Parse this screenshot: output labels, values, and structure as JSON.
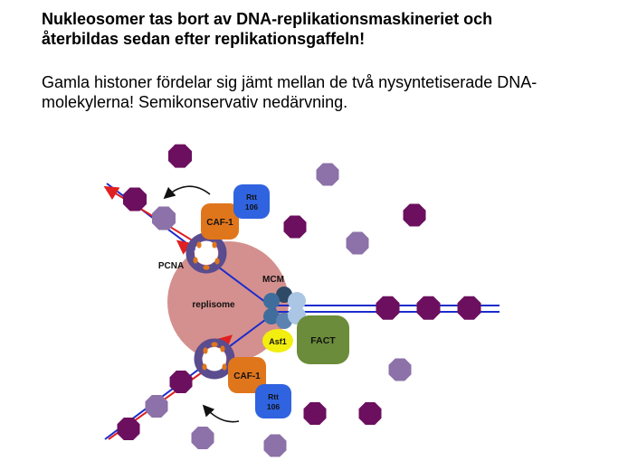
{
  "slide": {
    "title_line1": "Nukleosomer tas bort av DNA-replikationsmaskineriet och",
    "title_line2": "återbildas sedan efter replikationsgaffeln!",
    "body_line1": "Gamla histoner fördelar sig jämt mellan de två nysyntetiserade DNA-",
    "body_line2": "molekylerna! Semikonservativ nedärvning."
  },
  "diagram": {
    "replisome_label": "replisome",
    "mcm_label": "MCM",
    "pcna_label": "PCNA",
    "caf1_top_label": "CAF-1",
    "caf1_bottom_label": "CAF-1",
    "rtt_top_line1": "Rtt",
    "rtt_top_line2": "106",
    "rtt_bottom_line1": "Rtt",
    "rtt_bottom_line2": "106",
    "asf1_label": "Asf1",
    "fact_label": "FACT"
  },
  "colors": {
    "old_histone": "#6b0f5e",
    "new_histone": "#8c72a8",
    "replisome": "#d4908e",
    "caf1": "#e0761c",
    "rtt106": "#2f63e0",
    "asf1": "#f2ee10",
    "fact": "#6b8c3a",
    "mcm_dark": "#2e4a66",
    "mcm_mid": "#3f6e9c",
    "mcm_light": "#aac6e4",
    "dna_blue": "#1c2ccc",
    "dna_red": "#e02020"
  }
}
